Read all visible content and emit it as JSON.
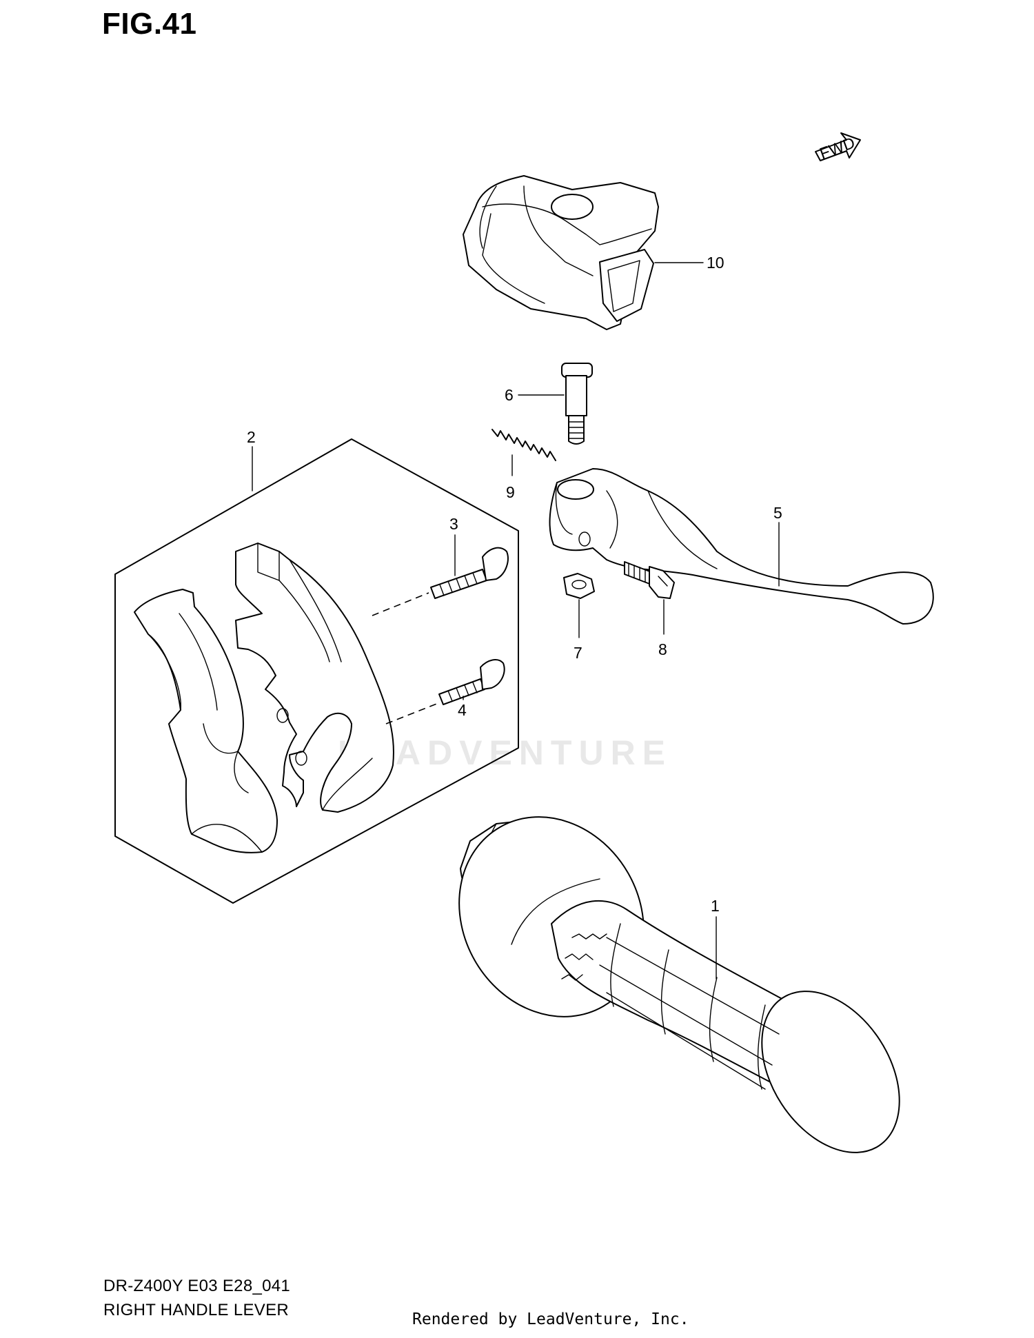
{
  "figure": {
    "title": "FIG.41",
    "model_code": "DR-Z400Y E03 E28_041",
    "section_name": "RIGHT HANDLE LEVER",
    "rendered_by": "Rendered by LeadVenture, Inc.",
    "watermark": "LEADVENTURE",
    "direction_label": "FWD"
  },
  "callouts": {
    "c1": "1",
    "c2": "2",
    "c3": "3",
    "c4": "4",
    "c5": "5",
    "c6": "6",
    "c7": "7",
    "c8": "8",
    "c9": "9",
    "c10": "10"
  },
  "colors": {
    "line": "#000000",
    "background": "#ffffff",
    "watermark": "#e8e8e8"
  }
}
